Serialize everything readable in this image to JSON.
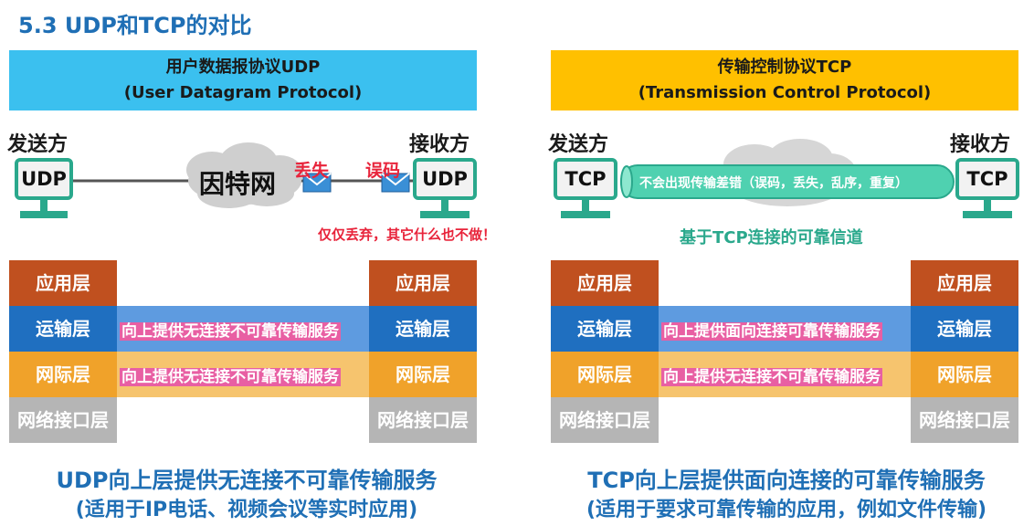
{
  "title": "5.3 UDP和TCP的对比",
  "udp": {
    "banner_line1": "用户数据报协议UDP",
    "banner_line2": "(User Datagram Protocol)",
    "sender": "发送方",
    "receiver": "接收方",
    "pc_label": "UDP",
    "cloud": "因特网",
    "lost": "丢失",
    "error": "误码",
    "note": "仅仅丢弃，其它什么也不做！",
    "layers": [
      "应用层",
      "运输层",
      "网际层",
      "网络接口层"
    ],
    "service_transport": "向上提供无连接不可靠传输服务",
    "service_network": "向上提供无连接不可靠传输服务",
    "summary_line1": "UDP向上层提供无连接不可靠传输服务",
    "summary_line2": "(适用于IP电话、视频会议等实时应用)"
  },
  "tcp": {
    "banner_line1": "传输控制协议TCP",
    "banner_line2": "(Transmission Control Protocol)",
    "sender": "发送方",
    "receiver": "接收方",
    "pc_label": "TCP",
    "pipe_text": "不会出现传输差错（误码，丢失，乱序，重复）",
    "channel": "基于TCP连接的可靠信道",
    "layers": [
      "应用层",
      "运输层",
      "网际层",
      "网络接口层"
    ],
    "service_transport": "向上提供面向连接可靠传输服务",
    "service_network": "向上提供无连接不可靠传输服务",
    "summary_line1": "TCP向上层提供面向连接的可靠传输服务",
    "summary_line2": "(适用于要求可靠传输的应用，例如文件传输)"
  },
  "colors": {
    "udp_banner": "#3bc0ef",
    "tcp_banner": "#ffc000",
    "app_layer": "#c0501f",
    "transport_layer": "#1f6fc0",
    "network_layer": "#f0a22a",
    "link_layer": "#b5b5b5",
    "service_band": "#e85fa3",
    "pc_frame": "#2aa88c",
    "accent": "#1f6fb5"
  }
}
